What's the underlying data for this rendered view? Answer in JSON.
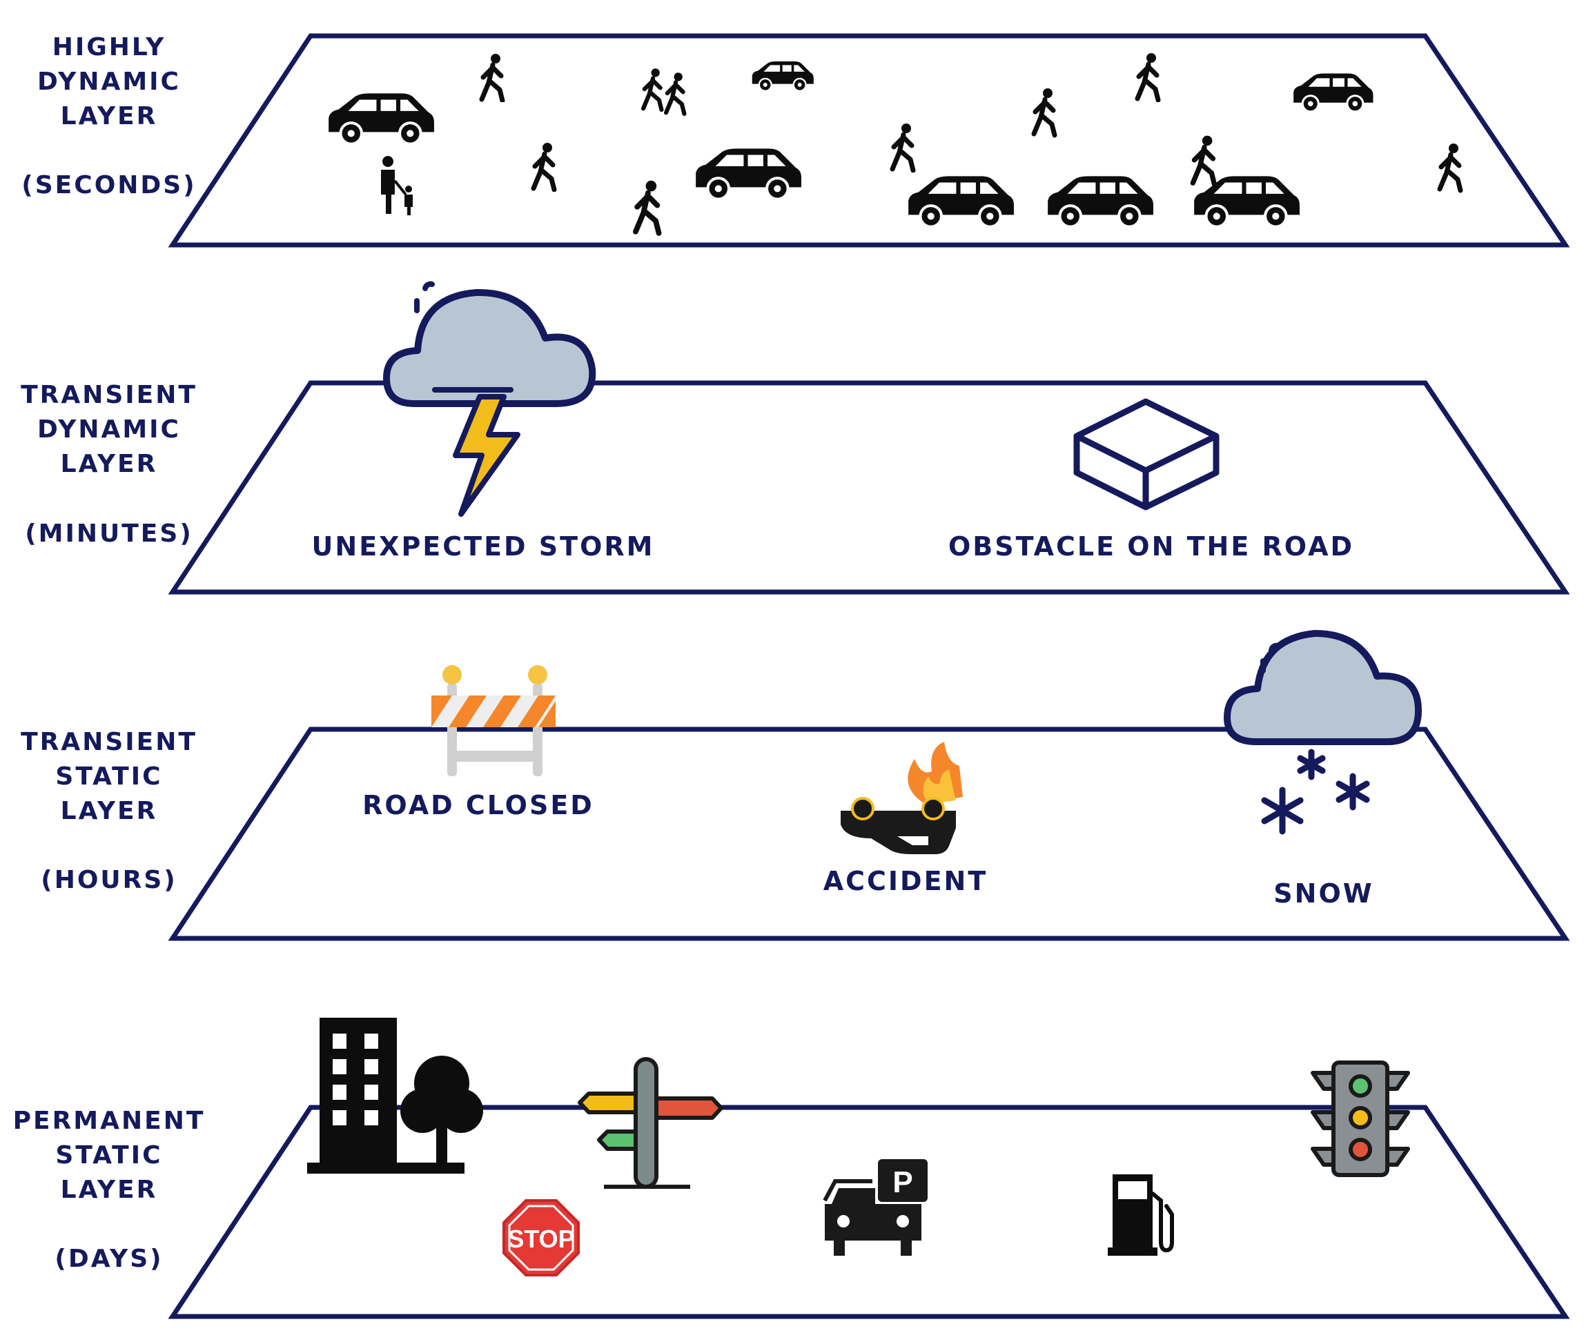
{
  "layers": [
    {
      "name_lines": [
        "HIGHLY",
        "DYNAMIC",
        "LAYER"
      ],
      "timescale": "(SECONDS)"
    },
    {
      "name_lines": [
        "TRANSIENT",
        "DYNAMIC",
        "LAYER"
      ],
      "timescale": "(MINUTES)"
    },
    {
      "name_lines": [
        "TRANSIENT",
        "STATIC",
        "LAYER"
      ],
      "timescale": "(HOURS)"
    },
    {
      "name_lines": [
        "PERMANENT",
        "STATIC",
        "LAYER"
      ],
      "timescale": "(DAYS)"
    }
  ],
  "captions": {
    "storm": "UNEXPECTED STORM",
    "obstacle": "OBSTACLE ON THE ROAD",
    "road_closed": "ROAD CLOSED",
    "accident": "ACCIDENT",
    "snow": "SNOW"
  },
  "sign_text": {
    "stop": "STOP",
    "parking": "P"
  },
  "colors": {
    "outline": "#141a5c",
    "cloud": "#b8c6d3",
    "lightning": "#f2bc1b",
    "barrier_orange": "#f5862a",
    "stop_red": "#e53935"
  },
  "icons": {
    "layer1": [
      "car-icon",
      "pedestrian-icon",
      "parent-child-icon"
    ],
    "layer2": [
      "storm-cloud-icon",
      "obstacle-box-icon"
    ],
    "layer3": [
      "road-barrier-icon",
      "car-crash-icon",
      "snow-cloud-icon"
    ],
    "layer4": [
      "building-tree-icon",
      "stop-sign-icon",
      "signpost-icon",
      "parking-icon",
      "fuel-pump-icon",
      "traffic-light-icon"
    ]
  }
}
